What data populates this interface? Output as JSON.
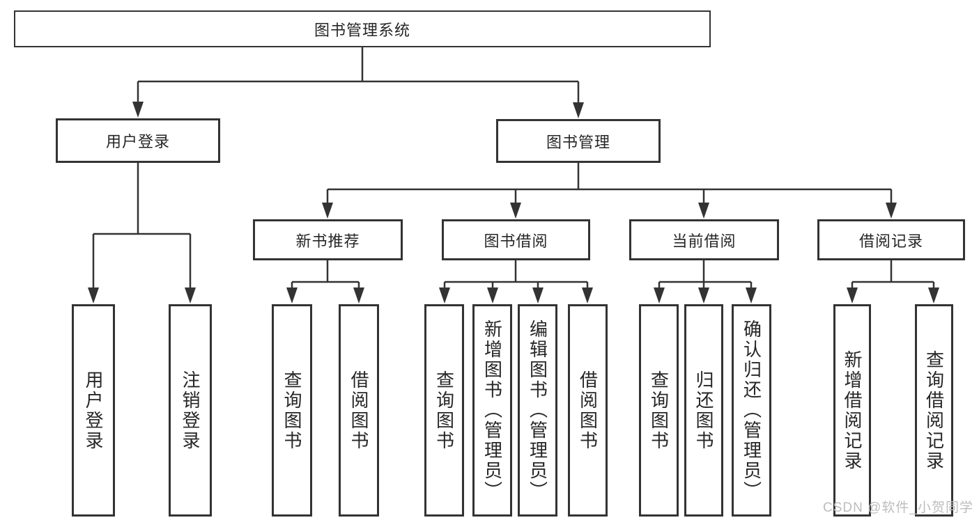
{
  "colors": {
    "line": "#333333",
    "text": "#262626",
    "background": "#ffffff",
    "watermark": "#bdbdbd"
  },
  "watermark": {
    "text": "CSDN @软件_小贺同学"
  },
  "tree": {
    "root": {
      "label": "图书管理系统"
    },
    "branches": [
      {
        "label": "用户登录",
        "leaves": [
          {
            "label": "用户登录"
          },
          {
            "label": "注销登录"
          }
        ]
      },
      {
        "label": "图书管理",
        "groups": [
          {
            "label": "新书推荐",
            "leaves": [
              {
                "label": "查询图书"
              },
              {
                "label": "借阅图书"
              }
            ]
          },
          {
            "label": "图书借阅",
            "leaves": [
              {
                "label": "查询图书"
              },
              {
                "label": "新增图书（管理员）"
              },
              {
                "label": "编辑图书（管理员）"
              },
              {
                "label": "借阅图书"
              }
            ]
          },
          {
            "label": "当前借阅",
            "leaves": [
              {
                "label": "查询图书"
              },
              {
                "label": "归还图书"
              },
              {
                "label": "确认归还（管理员）"
              }
            ]
          },
          {
            "label": "借阅记录",
            "leaves": [
              {
                "label": "新增借阅记录"
              },
              {
                "label": "查询借阅记录"
              }
            ]
          }
        ]
      }
    ]
  }
}
